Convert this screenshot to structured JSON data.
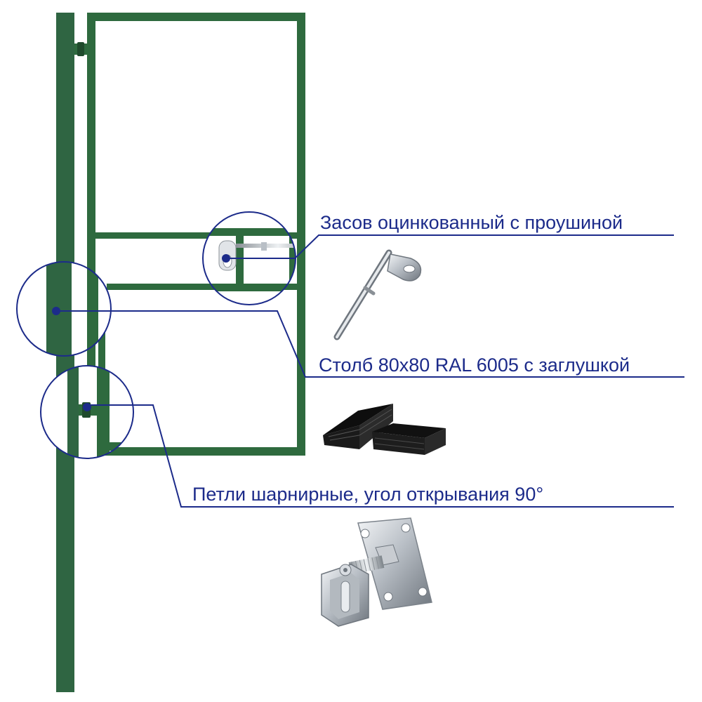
{
  "colors": {
    "frame_green": "#2e6a3e",
    "post_green": "#2f6542",
    "callout_blue": "#1c2b8a",
    "metal_light": "#d9dde2",
    "metal_dark": "#7c838b",
    "rubber_black": "#1a1a1a"
  },
  "callouts": {
    "latch": {
      "label": "Засов оцинкованный с проушиной",
      "icon": "galvanized-latch-icon"
    },
    "post": {
      "label": "Столб 80х80 RAL 6005 с заглушкой",
      "icon": "post-end-cap-icon"
    },
    "hinges": {
      "label": "Петли шарнирные, угол открывания 90°",
      "icon": "hinge-icon"
    }
  }
}
